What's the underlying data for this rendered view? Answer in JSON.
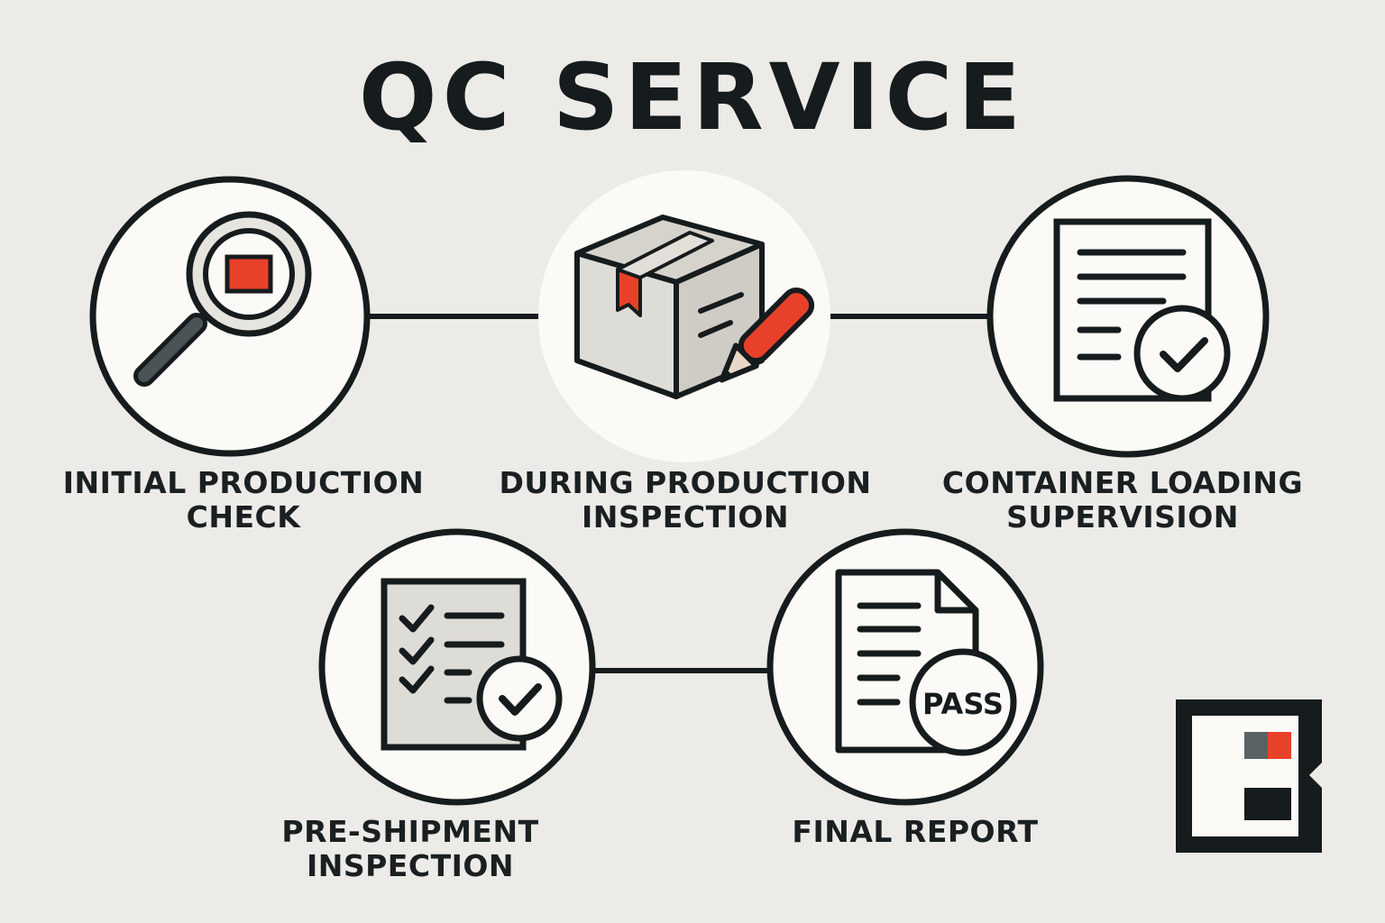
{
  "title": "QC SERVICE",
  "steps": [
    {
      "id": "initial",
      "lines": [
        "INITIAL PRODUCTION",
        "CHECK"
      ],
      "icon": "magnifier-icon"
    },
    {
      "id": "during",
      "lines": [
        "DURING PRODUCTION",
        "INSPECTION"
      ],
      "icon": "box-pencil-icon"
    },
    {
      "id": "container",
      "lines": [
        "CONTAINER LOADING",
        "SUPERVISION"
      ],
      "icon": "document-check-icon"
    },
    {
      "id": "preshipment",
      "lines": [
        "PRE-SHIPMENT",
        "INSPECTION"
      ],
      "icon": "checklist-icon"
    },
    {
      "id": "final",
      "lines": [
        "FINAL REPORT"
      ],
      "icon": "pass-report-icon"
    }
  ],
  "badge_text": "PASS",
  "colors": {
    "background": "#ecebe7",
    "ink": "#161b1d",
    "accent": "#e8412a",
    "circle_fill": "#fbfaf6",
    "box_fill": "#dcdad4",
    "handle": "#4a5356"
  }
}
